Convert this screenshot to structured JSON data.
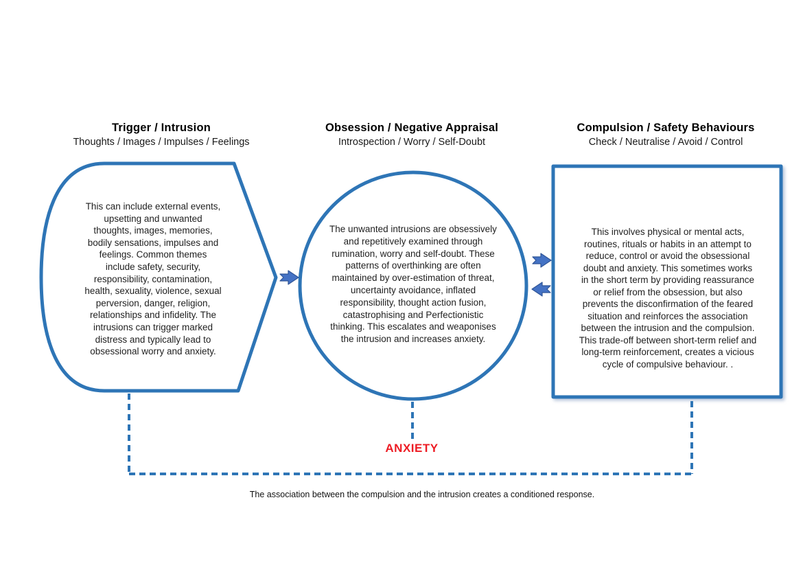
{
  "colors": {
    "stroke_blue": "#2E75B6",
    "arrow_fill": "#4472C4",
    "arrow_edge": "#2F5597",
    "anxiety_red": "#ED1C24"
  },
  "columns": [
    {
      "title": "Trigger / Intrusion",
      "subtitle": "Thoughts / Images / Impulses / Feelings",
      "body": "This can include external events,\nupsetting and unwanted\nthoughts, images, memories,\nbodily sensations, impulses and\nfeelings. Common themes\ninclude safety, security,\nresponsibility, contamination,\nhealth, sexuality, violence, sexual\nperversion, danger, religion,\nrelationships and infidelity. The\nintrusions can trigger marked\ndistress and typically lead to\nobsessional worry and anxiety."
    },
    {
      "title": "Obsession / Negative Appraisal",
      "subtitle": "Introspection / Worry / Self-Doubt",
      "body": "The unwanted intrusions are obsessively\nand repetitively examined through\nrumination, worry and self-doubt. These\npatterns of overthinking are often\nmaintained by over-estimation of threat,\nuncertainty avoidance, inflated\nresponsibility, thought action fusion,\ncatastrophising and Perfectionistic\nthinking. This escalates and weaponises\nthe intrusion and  increases anxiety."
    },
    {
      "title": "Compulsion / Safety Behaviours",
      "subtitle": "Check / Neutralise / Avoid / Control",
      "body": "This involves physical or mental acts,\nroutines, rituals or habits in an attempt to\nreduce, control or avoid  the obsessional\ndoubt and anxiety. This sometimes works\nin the short term by providing reassurance\nor relief from the obsession, but also\nprevents the disconfirmation of the feared\nsituation and reinforces the association\nbetween the intrusion and the compulsion.\nThis trade-off between short-term relief and\nlong-term reinforcement, creates a vicious\ncycle of compulsive behaviour. ."
    }
  ],
  "anxiety_label": "ANXIETY",
  "footer_caption": "The association between the compulsion and the intrusion creates a conditioned response."
}
